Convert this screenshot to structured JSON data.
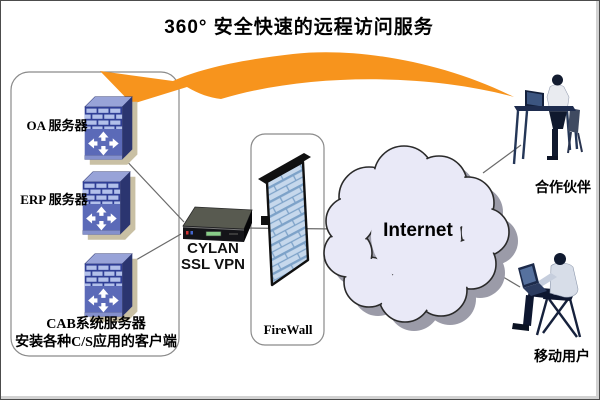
{
  "title": "360° 安全快速的远程访问服务",
  "lan_zone": {
    "servers": [
      {
        "label": "OA 服务器"
      },
      {
        "label": "ERP 服务器"
      },
      {
        "label": "CAB系统服务器"
      }
    ],
    "note": "安装各种C/S应用的客户端"
  },
  "vpn_device": {
    "name_line1": "CYLAN",
    "name_line2": "SSL VPN"
  },
  "firewall": {
    "label": "FireWall"
  },
  "internet": {
    "label": "Internet"
  },
  "remote": {
    "partner_label": "合作伙伴",
    "mobile_label": "移动用户"
  },
  "colors": {
    "arrow_orange": "#F7941D",
    "cloud_fill": "#E9E9F7",
    "cloud_shadow": "#9B9BA8",
    "server_body_blue": "#5B6AB8",
    "server_brick_light": "#B2C0EA",
    "firewall_brick": "#C6D8EC",
    "shadow_tan": "#C9C0A4",
    "connector_gray": "#6A6A6A"
  }
}
